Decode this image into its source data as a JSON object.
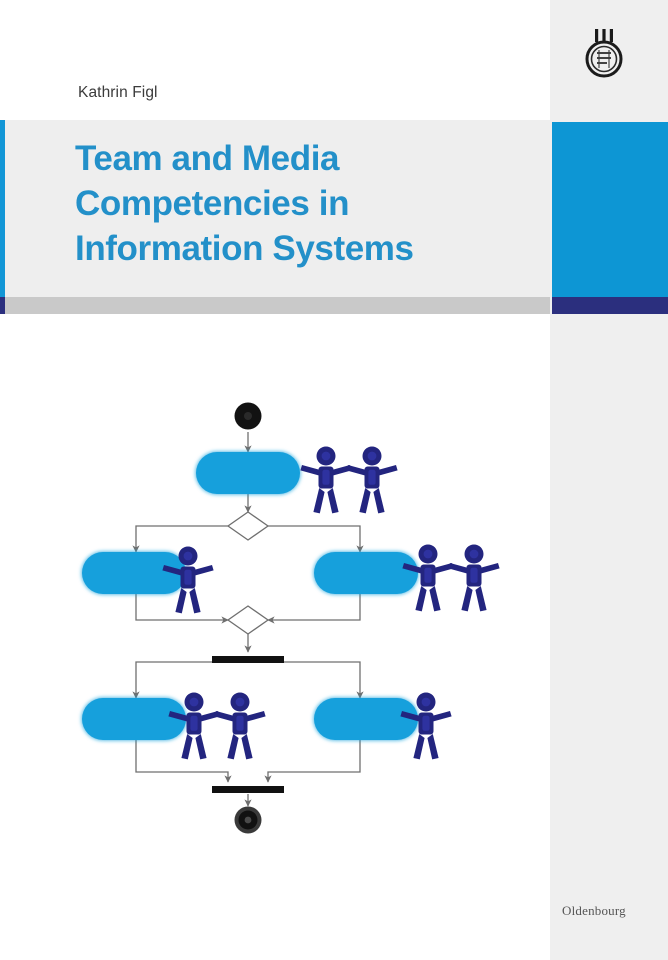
{
  "cover": {
    "author": "Kathrin Figl",
    "title_lines": [
      "Team and Media",
      "Competencies in",
      "Information Systems"
    ],
    "title_full": "Team and Media Competencies in Information Systems",
    "publisher": "Oldenbourg",
    "publisher_emblem": "oldenbourg-crest-icon"
  },
  "colors": {
    "title_text": "#2390c9",
    "accent_blue": "#0d96d4",
    "accent_navy": "#2b2f7e",
    "band_grey": "#eeeeee",
    "band_shadow_grey": "#c9c9c9",
    "spine_grey": "#efefef",
    "activity_fill": "#18a0dc",
    "actor_fill": "#23257f",
    "node_black": "#111111",
    "flow_line": "#7a7a7a",
    "page_white": "#ffffff"
  },
  "diagram": {
    "type": "uml-activity-diagram",
    "nodes": [
      {
        "id": "start",
        "kind": "initial-node",
        "label": ""
      },
      {
        "id": "act1",
        "kind": "activity",
        "label": ""
      },
      {
        "id": "decision",
        "kind": "decision-node",
        "label": ""
      },
      {
        "id": "act2",
        "kind": "activity",
        "label": ""
      },
      {
        "id": "act3",
        "kind": "activity",
        "label": ""
      },
      {
        "id": "merge",
        "kind": "merge-node",
        "label": ""
      },
      {
        "id": "fork",
        "kind": "fork-bar",
        "label": ""
      },
      {
        "id": "act4",
        "kind": "activity",
        "label": ""
      },
      {
        "id": "act5",
        "kind": "activity",
        "label": ""
      },
      {
        "id": "join",
        "kind": "join-bar",
        "label": ""
      },
      {
        "id": "end",
        "kind": "final-node",
        "label": ""
      }
    ],
    "actor_groups": [
      {
        "id": "actors-top",
        "count": 2,
        "near": "act1"
      },
      {
        "id": "actors-left",
        "count": 1,
        "near": "act2"
      },
      {
        "id": "actors-right",
        "count": 2,
        "near": "act3"
      },
      {
        "id": "actors-lower-left",
        "count": 2,
        "near": "act4"
      },
      {
        "id": "actors-lower-right",
        "count": 1,
        "near": "act5"
      }
    ],
    "edges": [
      {
        "from": "start",
        "to": "act1"
      },
      {
        "from": "act1",
        "to": "decision"
      },
      {
        "from": "decision",
        "to": "act2"
      },
      {
        "from": "decision",
        "to": "act3"
      },
      {
        "from": "act2",
        "to": "merge"
      },
      {
        "from": "act3",
        "to": "merge"
      },
      {
        "from": "merge",
        "to": "fork"
      },
      {
        "from": "fork",
        "to": "act4"
      },
      {
        "from": "fork",
        "to": "act5"
      },
      {
        "from": "act4",
        "to": "join"
      },
      {
        "from": "act5",
        "to": "join"
      },
      {
        "from": "join",
        "to": "end"
      }
    ]
  }
}
